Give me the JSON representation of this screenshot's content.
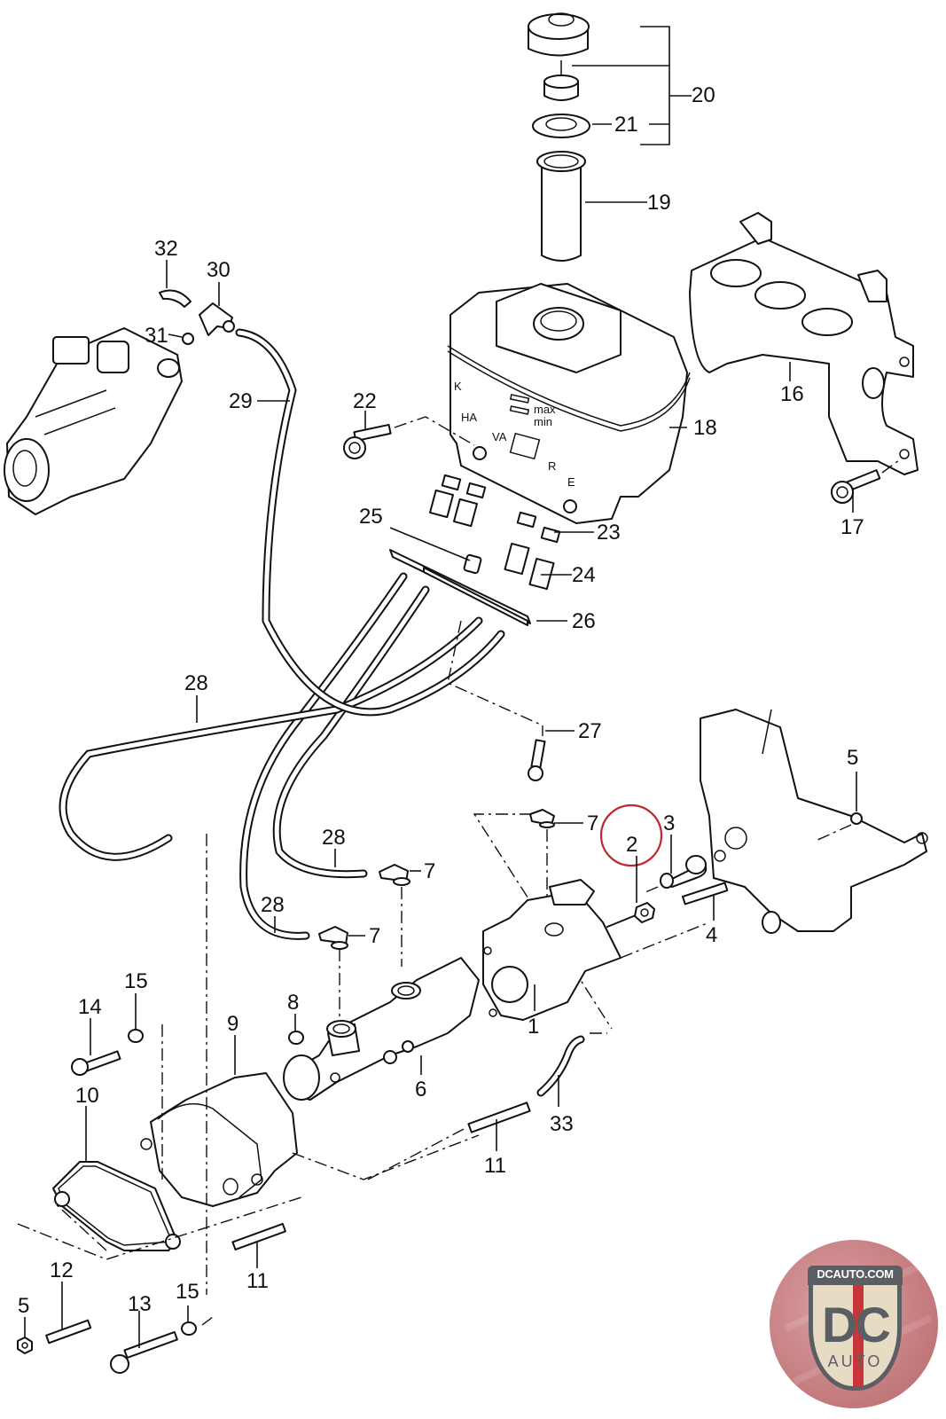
{
  "diagram": {
    "title": "Brake fluid reservoir / clutch master cylinder exploded parts diagram",
    "highlight_color": "#c0262d",
    "highlighted_callout": "2",
    "reservoir_markings": {
      "k": "K",
      "ha": "HA",
      "va": "VA",
      "r": "R",
      "e": "E",
      "max": "max",
      "min": "min"
    },
    "callouts": [
      {
        "id": "c1",
        "label": "1",
        "part": "clutch-master-cylinder"
      },
      {
        "id": "c2",
        "label": "2",
        "part": "nut",
        "highlighted": true
      },
      {
        "id": "c3",
        "label": "3",
        "part": "rod-end-joint"
      },
      {
        "id": "c4",
        "label": "4",
        "part": "threaded-stud"
      },
      {
        "id": "c5a",
        "label": "5",
        "part": "nut"
      },
      {
        "id": "c5b",
        "label": "5",
        "part": "nut"
      },
      {
        "id": "c6",
        "label": "6",
        "part": "cylinder-housing"
      },
      {
        "id": "c7a",
        "label": "7",
        "part": "elbow-connector"
      },
      {
        "id": "c7b",
        "label": "7",
        "part": "elbow-connector"
      },
      {
        "id": "c7c",
        "label": "7",
        "part": "elbow-connector"
      },
      {
        "id": "c8",
        "label": "8",
        "part": "plug"
      },
      {
        "id": "c9",
        "label": "9",
        "part": "brake-booster-housing"
      },
      {
        "id": "c10",
        "label": "10",
        "part": "gasket"
      },
      {
        "id": "c11a",
        "label": "11",
        "part": "connector-pipe"
      },
      {
        "id": "c11b",
        "label": "11",
        "part": "dowel-pin"
      },
      {
        "id": "c12",
        "label": "12",
        "part": "stud"
      },
      {
        "id": "c13",
        "label": "13",
        "part": "bolt"
      },
      {
        "id": "c14",
        "label": "14",
        "part": "bolt"
      },
      {
        "id": "c15a",
        "label": "15",
        "part": "washer"
      },
      {
        "id": "c15b",
        "label": "15",
        "part": "washer"
      },
      {
        "id": "c16",
        "label": "16",
        "part": "reservoir-bracket"
      },
      {
        "id": "c17",
        "label": "17",
        "part": "bolt"
      },
      {
        "id": "c18",
        "label": "18",
        "part": "fluid-reservoir"
      },
      {
        "id": "c19",
        "label": "19",
        "part": "strainer"
      },
      {
        "id": "c20",
        "label": "20",
        "part": "reservoir-cap-assembly"
      },
      {
        "id": "c21",
        "label": "21",
        "part": "seal-ring"
      },
      {
        "id": "c22",
        "label": "22",
        "part": "bolt"
      },
      {
        "id": "c23",
        "label": "23",
        "part": "grommet"
      },
      {
        "id": "c24",
        "label": "24",
        "part": "hose-connector"
      },
      {
        "id": "c25",
        "label": "25",
        "part": "plug"
      },
      {
        "id": "c26",
        "label": "26",
        "part": "hose-holder"
      },
      {
        "id": "c27",
        "label": "27",
        "part": "bolt"
      },
      {
        "id": "c28a",
        "label": "28",
        "part": "hose"
      },
      {
        "id": "c28b",
        "label": "28",
        "part": "hose"
      },
      {
        "id": "c28c",
        "label": "28",
        "part": "hose"
      },
      {
        "id": "c29",
        "label": "29",
        "part": "hose"
      },
      {
        "id": "c30",
        "label": "30",
        "part": "elbow-fitting"
      },
      {
        "id": "c31",
        "label": "31",
        "part": "seal-ring"
      },
      {
        "id": "c32",
        "label": "32",
        "part": "retaining-clip"
      },
      {
        "id": "c33",
        "label": "33",
        "part": "hose"
      }
    ]
  },
  "watermark": {
    "site": "DCAUTO.COM",
    "mark": "DC",
    "sub": "AUTO",
    "colors": {
      "circle": "#c2787b",
      "shield": "#e6dcc4",
      "text": "#5b5e62",
      "stripe": "#c8353a"
    }
  }
}
